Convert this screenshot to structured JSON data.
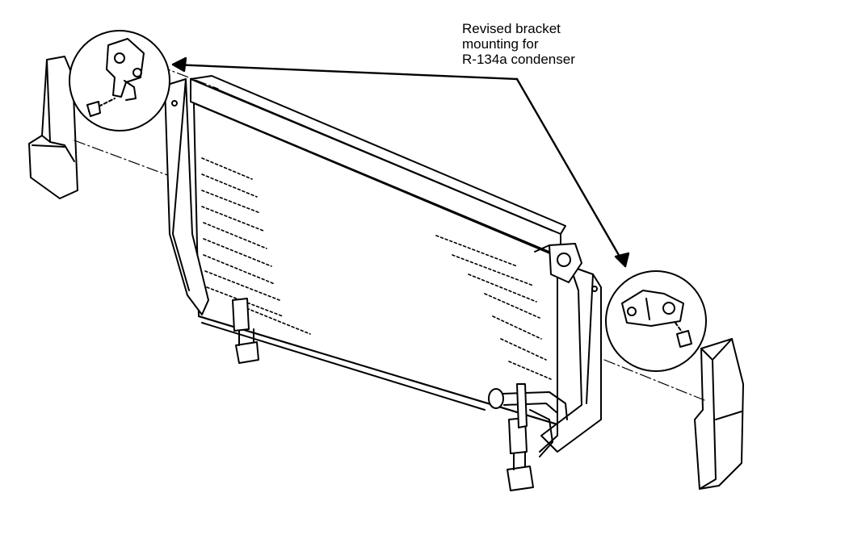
{
  "callout": {
    "lines": [
      "Revised bracket",
      "mounting for",
      "R-134a condenser"
    ]
  },
  "colors": {
    "ink": "#000000",
    "paper": "#ffffff"
  },
  "parts": [
    "condenser-core",
    "left-side-bracket",
    "right-side-bracket",
    "left-air-guide",
    "right-air-guide",
    "lower-mount-left",
    "lower-mount-right",
    "refrigerant-pipe-fittings",
    "left-detail-circle",
    "right-detail-circle"
  ]
}
